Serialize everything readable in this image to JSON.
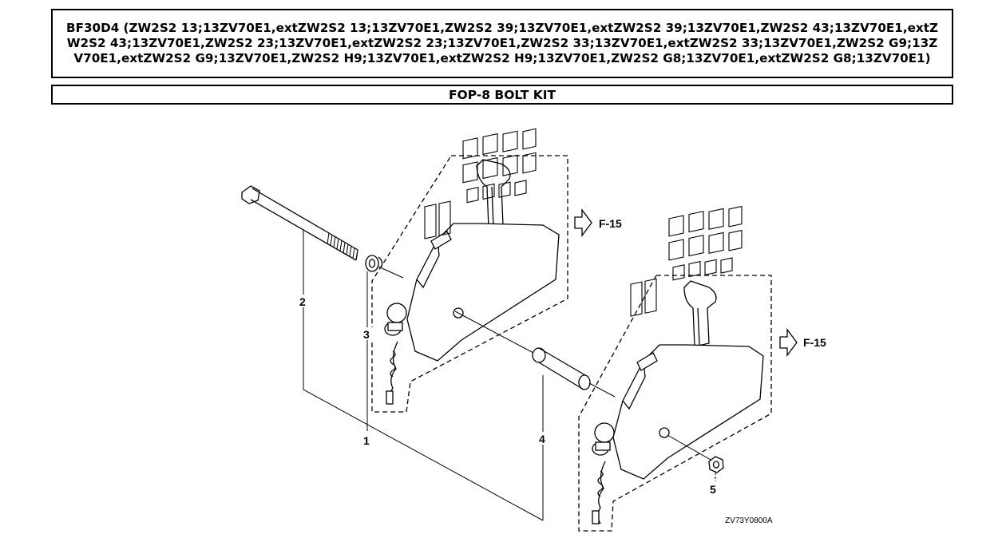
{
  "header": {
    "model_title": "BF30D4 (ZW2S2 13;13ZV70E1,extZW2S2 13;13ZV70E1,ZW2S2 39;13ZV70E1,extZW2S2 39;13ZV70E1,ZW2S2 43;13ZV70E1,extZW2S2 43;13ZV70E1,ZW2S2 23;13ZV70E1,extZW2S2 23;13ZV70E1,ZW2S2 33;13ZV70E1,extZW2S2 33;13ZV70E1,ZW2S2 G9;13ZV70E1,extZW2S2 G9;13ZV70E1,ZW2S2 H9;13ZV70E1,extZW2S2 H9;13ZV70E1,ZW2S2 G8;13ZV70E1,extZW2S2 G8;13ZV70E1)",
    "kit_name": "FOP-8 BOLT KIT"
  },
  "diagram": {
    "callouts": [
      "1",
      "2",
      "3",
      "4",
      "5"
    ],
    "page_refs": [
      "F-15",
      "F-15"
    ],
    "drawing_code": "ZV73Y0800A"
  }
}
